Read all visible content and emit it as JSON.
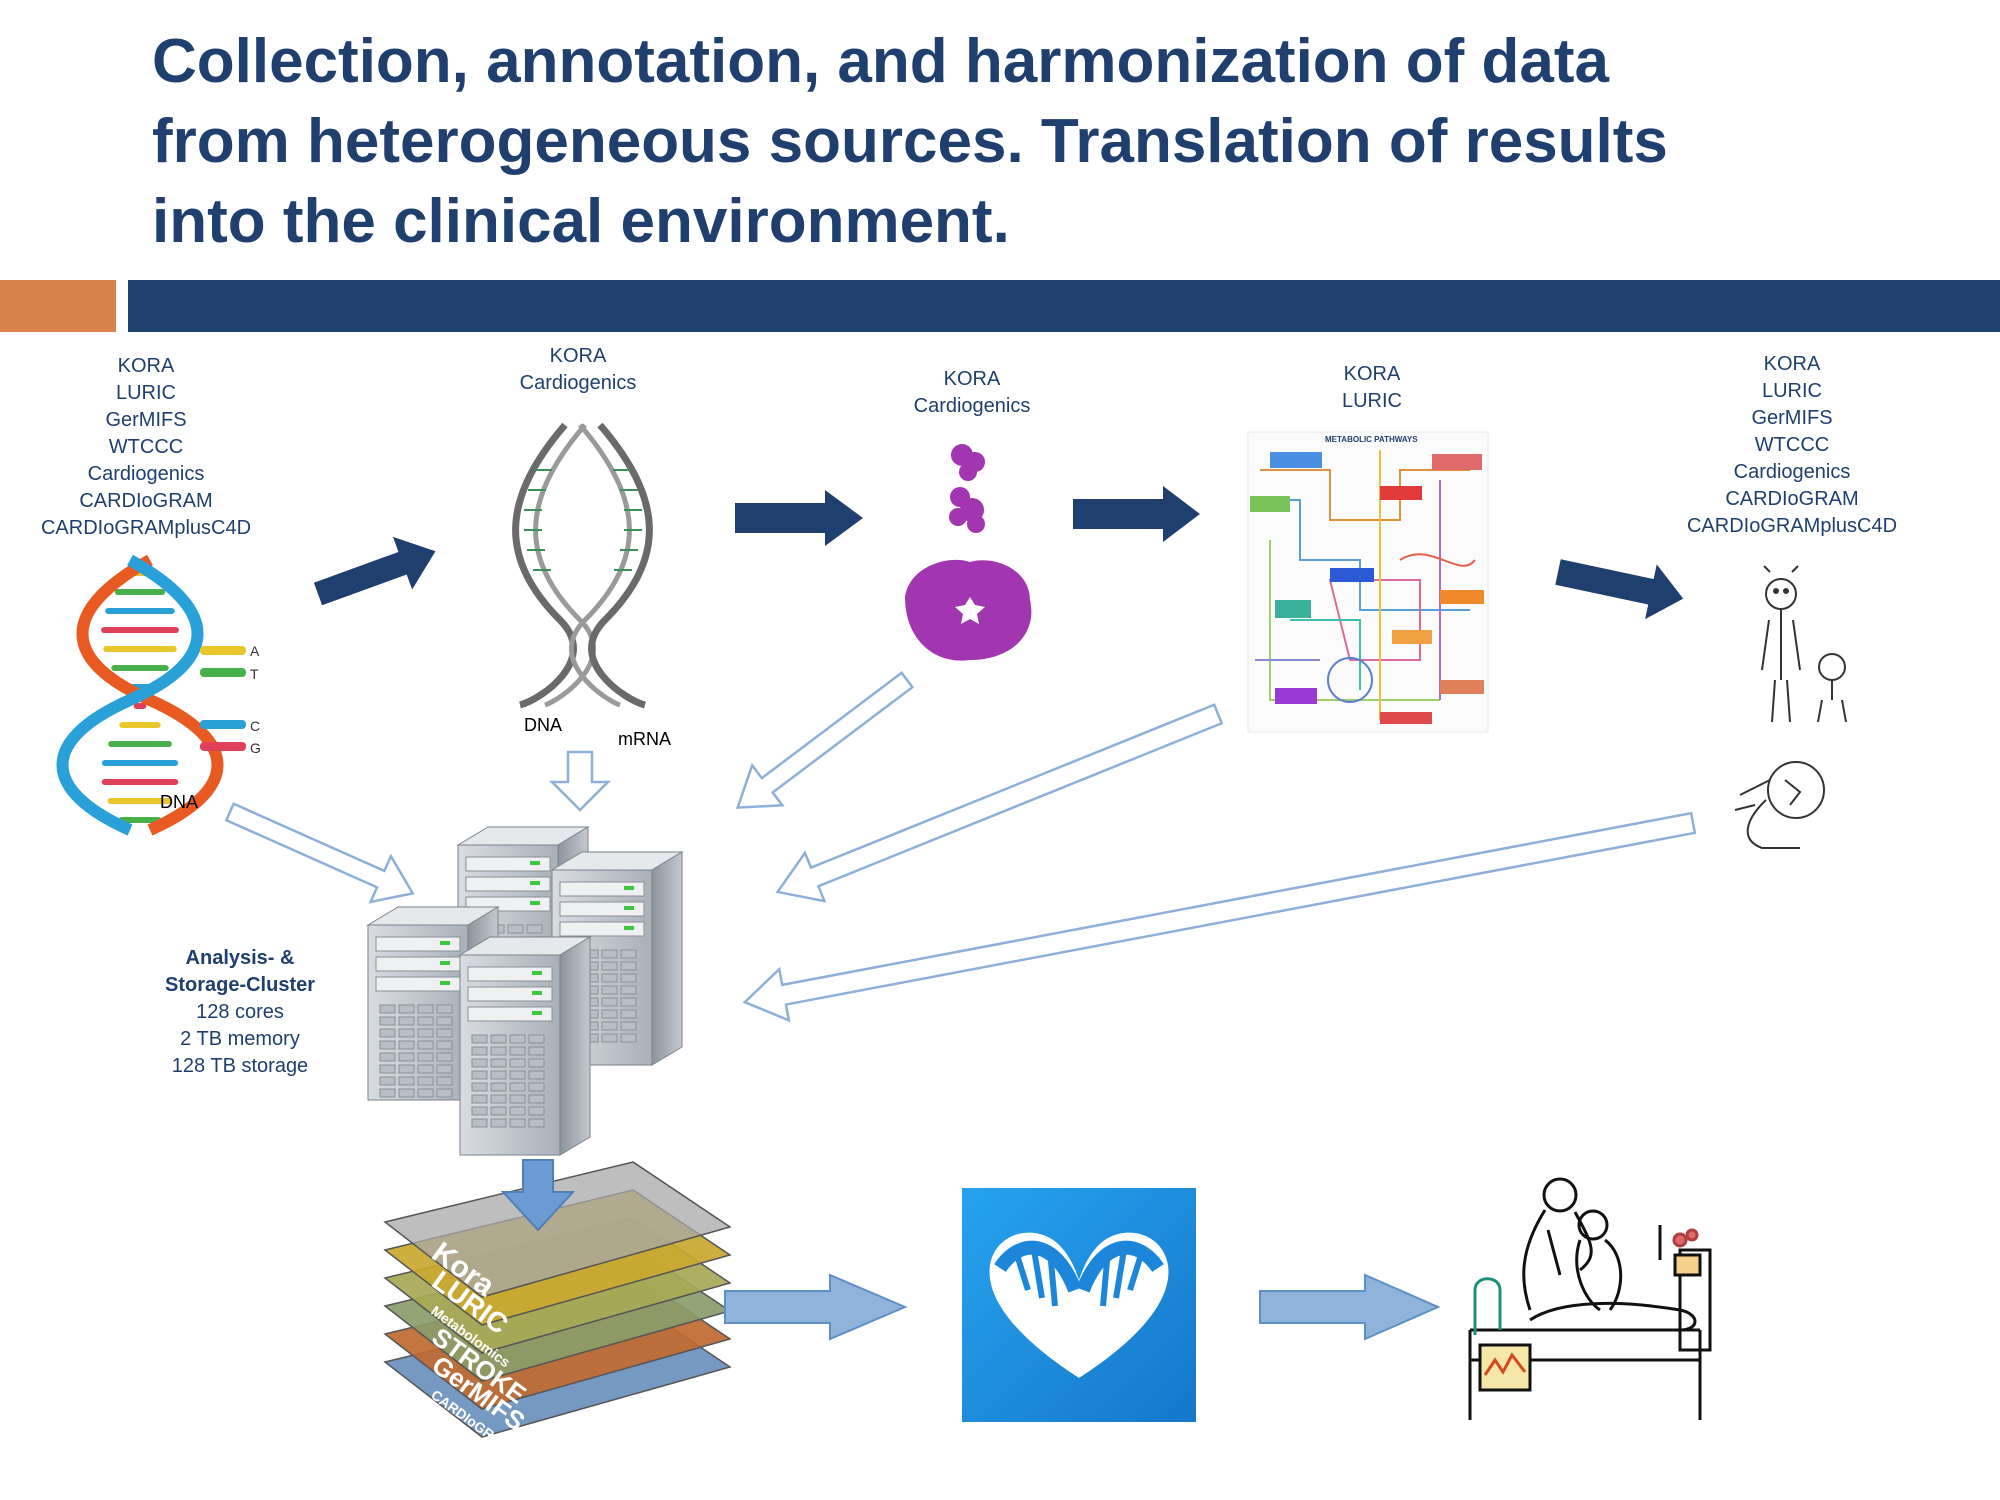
{
  "title": {
    "line1": "Collection, annotation, and harmonization of data",
    "line2": "from heterogeneous sources. Translation of results",
    "line3": "into the clinical environment."
  },
  "colors": {
    "title": "#1f3f6e",
    "accent_orange": "#d9814a",
    "accent_blue": "#1f3f6e",
    "arrow_dark": "#1f3f6e",
    "arrow_light": "#8db0d8",
    "app_icon": "#1f8fe0"
  },
  "sources": {
    "genomics": [
      "KORA",
      "LURIC",
      "GerMIFS",
      "WTCCC",
      "Cardiogenics",
      "CARDIoGRAM",
      "CARDIoGRAMplusC4D"
    ],
    "transcriptomics": [
      "KORA",
      "Cardiogenics"
    ],
    "proteomics": [
      "KORA",
      "Cardiogenics"
    ],
    "metabolomics": [
      "KORA",
      "LURIC"
    ],
    "phenotypes": [
      "KORA",
      "LURIC",
      "GerMIFS",
      "WTCCC",
      "Cardiogenics",
      "CARDIoGRAM",
      "CARDIoGRAMplusC4D"
    ]
  },
  "labels": {
    "dna_helix": "DNA",
    "dna": "DNA",
    "mrna": "mRNA",
    "base_a": "A",
    "base_t": "T",
    "base_c": "C",
    "base_g": "G",
    "pathways_title": "METABOLIC PATHWAYS"
  },
  "cluster": {
    "title1": "Analysis- &",
    "title2": "Storage-Cluster",
    "cores": "128 cores",
    "memory": "2 TB memory",
    "storage": "128 TB storage"
  },
  "layers": [
    "Kora",
    "LURIC",
    "Metabolomics",
    "STROKE",
    "GerMIFS",
    "CARDIoGRAM"
  ],
  "icons": {
    "dna_helix": "dna-helix-icon",
    "dna_transcription": "dna-transcription-icon",
    "protein": "protein-structure-icon",
    "pathways": "metabolic-pathways-map",
    "patients": "patient-family-icon",
    "servers": "server-cluster-icon",
    "layers": "data-layers-stack",
    "app": "heart-dna-app-icon",
    "clinic": "hospital-bed-icon"
  }
}
